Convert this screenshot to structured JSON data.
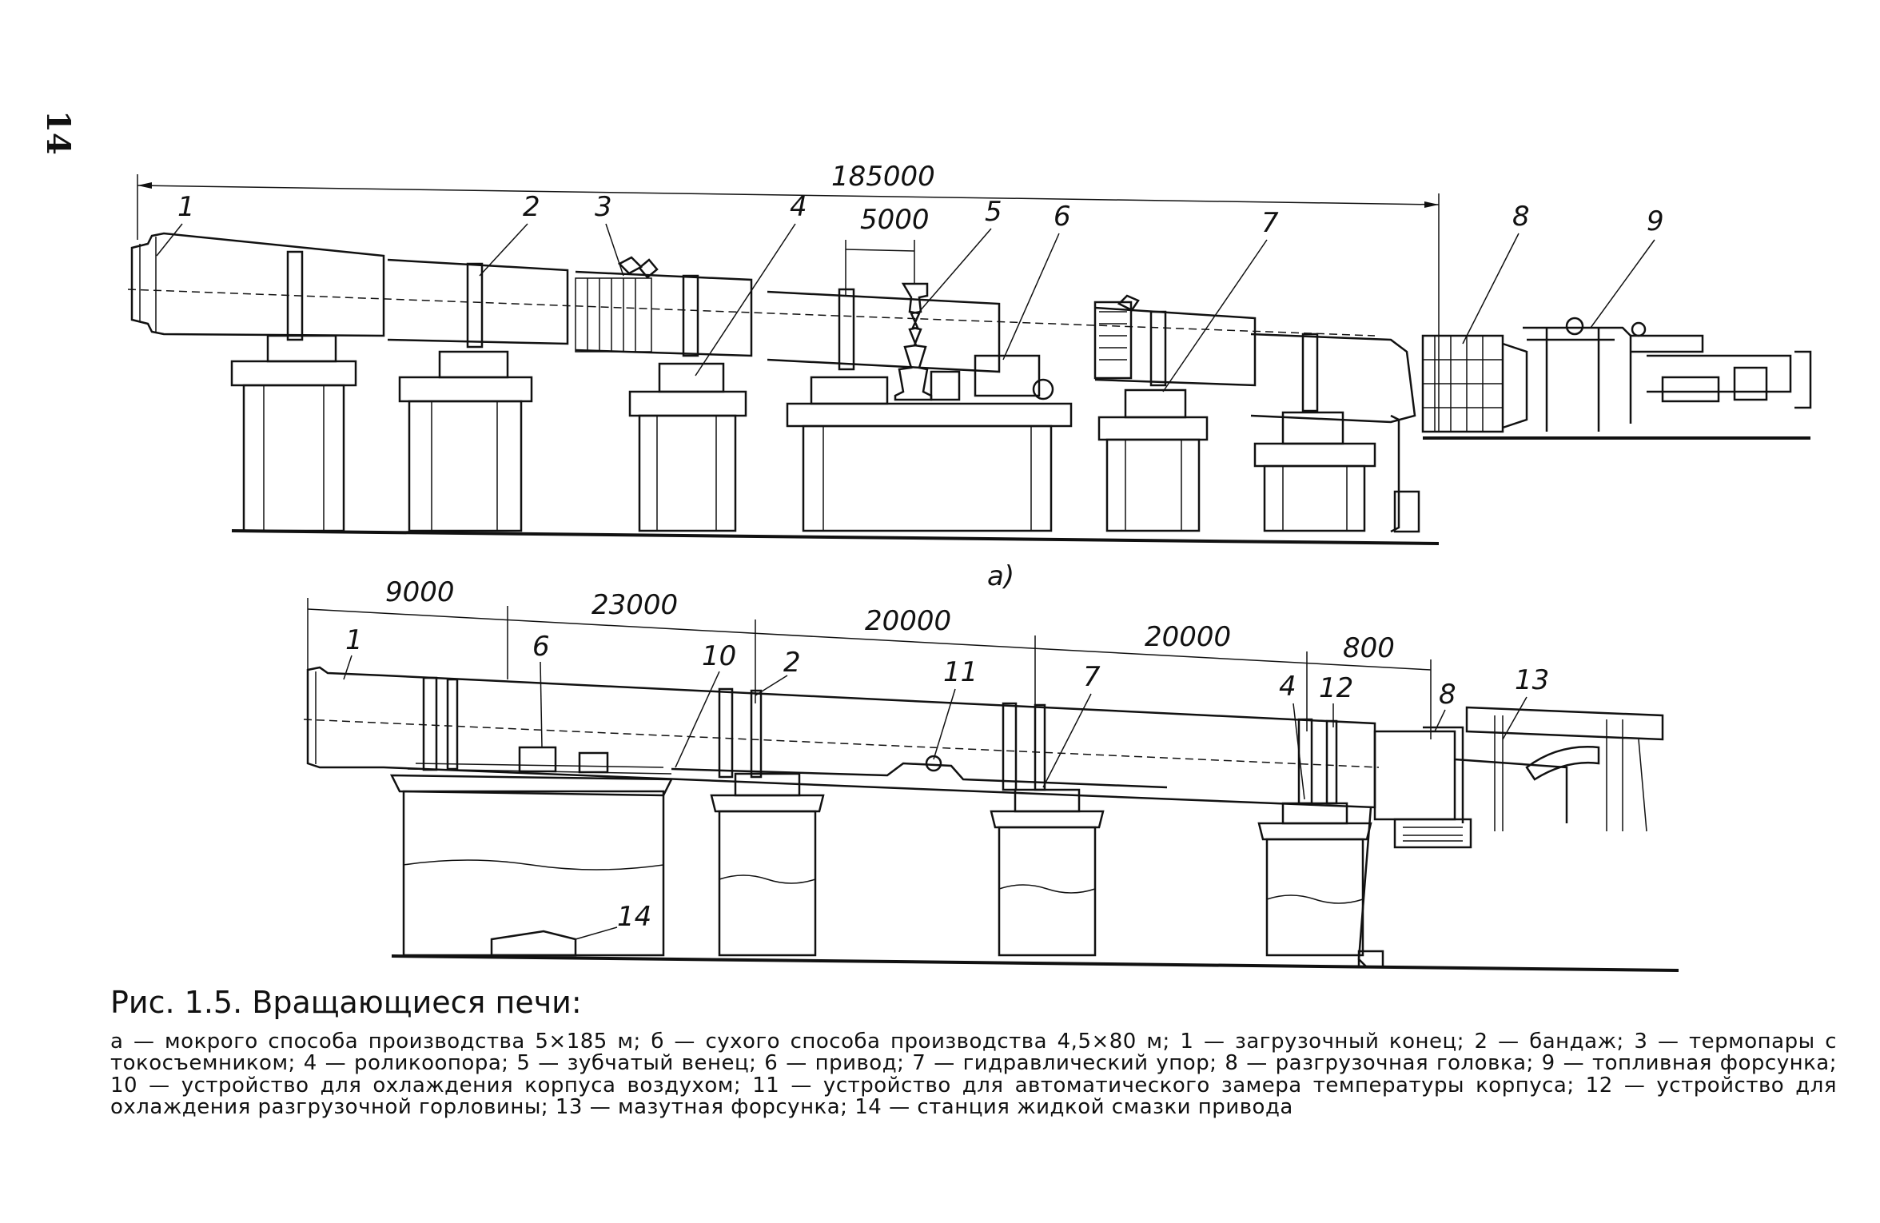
{
  "page_number": "14",
  "figure_a": {
    "panel_label": "а)",
    "dimensions": [
      "185000",
      "5000"
    ],
    "callouts": [
      "1",
      "2",
      "3",
      "4",
      "5",
      "6",
      "7",
      "8",
      "9"
    ]
  },
  "figure_b": {
    "dimensions": [
      "9000",
      "23000",
      "20000",
      "20000",
      "800"
    ],
    "callouts": [
      "1",
      "6",
      "10",
      "2",
      "11",
      "7",
      "4",
      "12",
      "8",
      "13",
      "14"
    ]
  },
  "caption": {
    "title": "Рис. 1.5. Вращающиеся печи:",
    "text": "а — мокрого способа производства 5×185 м; б — сухого способа производства 4,5×80 м; 1 — загрузочный конец; 2 — бандаж; 3 — термопары с токосъемником; 4 — роликоопора; 5 — зубчатый венец; 6 — привод; 7 — гидравлический упор; 8 — разгрузочная головка; 9 — топливная форсунка; 10 — устройство для охлаждения корпуса воздухом; 11 — устройство для автоматического замера температуры корпуса; 12 — устройство для охлаждения разгрузочной горловины; 13 — мазутная форсунка; 14 — станция жидкой смазки привода"
  }
}
